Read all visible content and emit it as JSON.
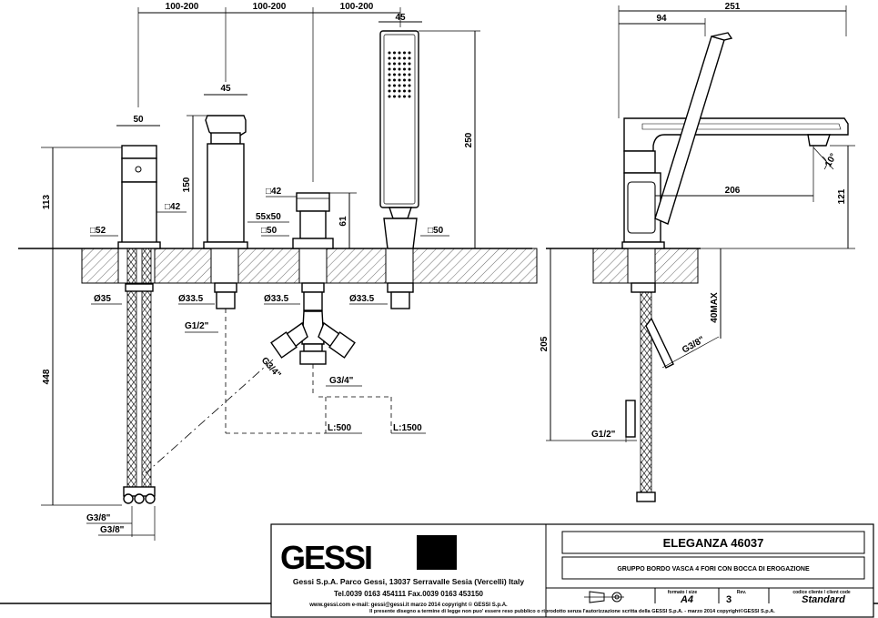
{
  "dimensions": {
    "top_spacing": [
      "100-200",
      "100-200",
      "100-200"
    ],
    "shower_width": "45",
    "spout_width": "45",
    "mixer_width": "50",
    "height_113": "113",
    "height_150": "150",
    "height_250": "250",
    "height_61": "61",
    "height_448": "448",
    "sq_52": "□52",
    "sq_42_mixer": "□42",
    "sq_42_div": "□42",
    "rect_55x50": "55x50",
    "sq_50_spout": "□50",
    "sq_50_shower": "□50",
    "d35": "Ø35",
    "d335_a": "Ø33.5",
    "d335_b": "Ø33.5",
    "d335_c": "Ø33.5",
    "g12_front": "G1/2\"",
    "g34_left": "G3/4\"",
    "g34_right": "G3/4\"",
    "l500": "L:500",
    "l1500": "L:1500",
    "g38_a": "G3/8\"",
    "g38_b": "G3/8\"",
    "side_251": "251",
    "side_94": "94",
    "side_206": "206",
    "side_121": "121",
    "side_angle": "10°",
    "side_205": "205",
    "side_40max": "40MAX",
    "side_g38": "G3/8\"",
    "side_g12": "G1/2\""
  },
  "titleblock": {
    "logo": "GESSI",
    "company_line": "Gessi S.p.A. Parco Gessi, 13037 Serravalle Sesia (Vercelli) Italy",
    "contact_line": "Tel.0039 0163 454111  Fax.0039 0163 453150",
    "web_line": "www.gessi.com  e-mail: gessi@gessi.it    marzo 2014    copyright © GESSI S.p.A.",
    "product": "ELEGANZA 46037",
    "description": "GRUPPO BORDO VASCA 4 FORI CON BOCCA DI EROGAZIONE",
    "format_label": "formato / size",
    "format_value": "A4",
    "rev_label": "Rev.",
    "rev_value": "3",
    "client_label": "codice cliente / client code",
    "client_value": "Standard",
    "legal": "Il presente disegno a termine di legge non puo' essere reso pubblico o riprodotto senza l'autorizzazione scritta della GESSI S.p.A. - marzo 2014  copyright©GESSI S.p.A."
  }
}
